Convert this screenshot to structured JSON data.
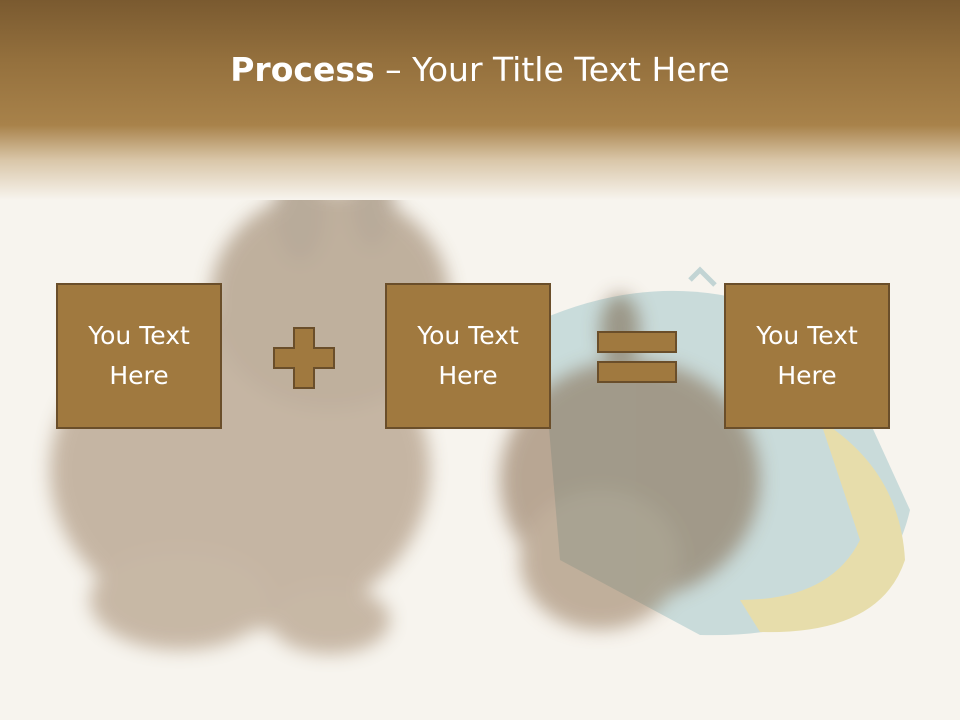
{
  "slide": {
    "title_bold": "Process",
    "title_rest": " – Your Title Text Here"
  },
  "process": {
    "box1": "You Text Here",
    "box2": "You Text Here",
    "box3": "You Text Here"
  },
  "icons": {
    "operator1": "plus-icon",
    "operator2": "equals-icon"
  },
  "colors": {
    "header": "#a8824a",
    "box_fill": "#a0793f",
    "box_border": "#6a4e2a",
    "text": "#ffffff",
    "background": "#f7f4ee"
  }
}
